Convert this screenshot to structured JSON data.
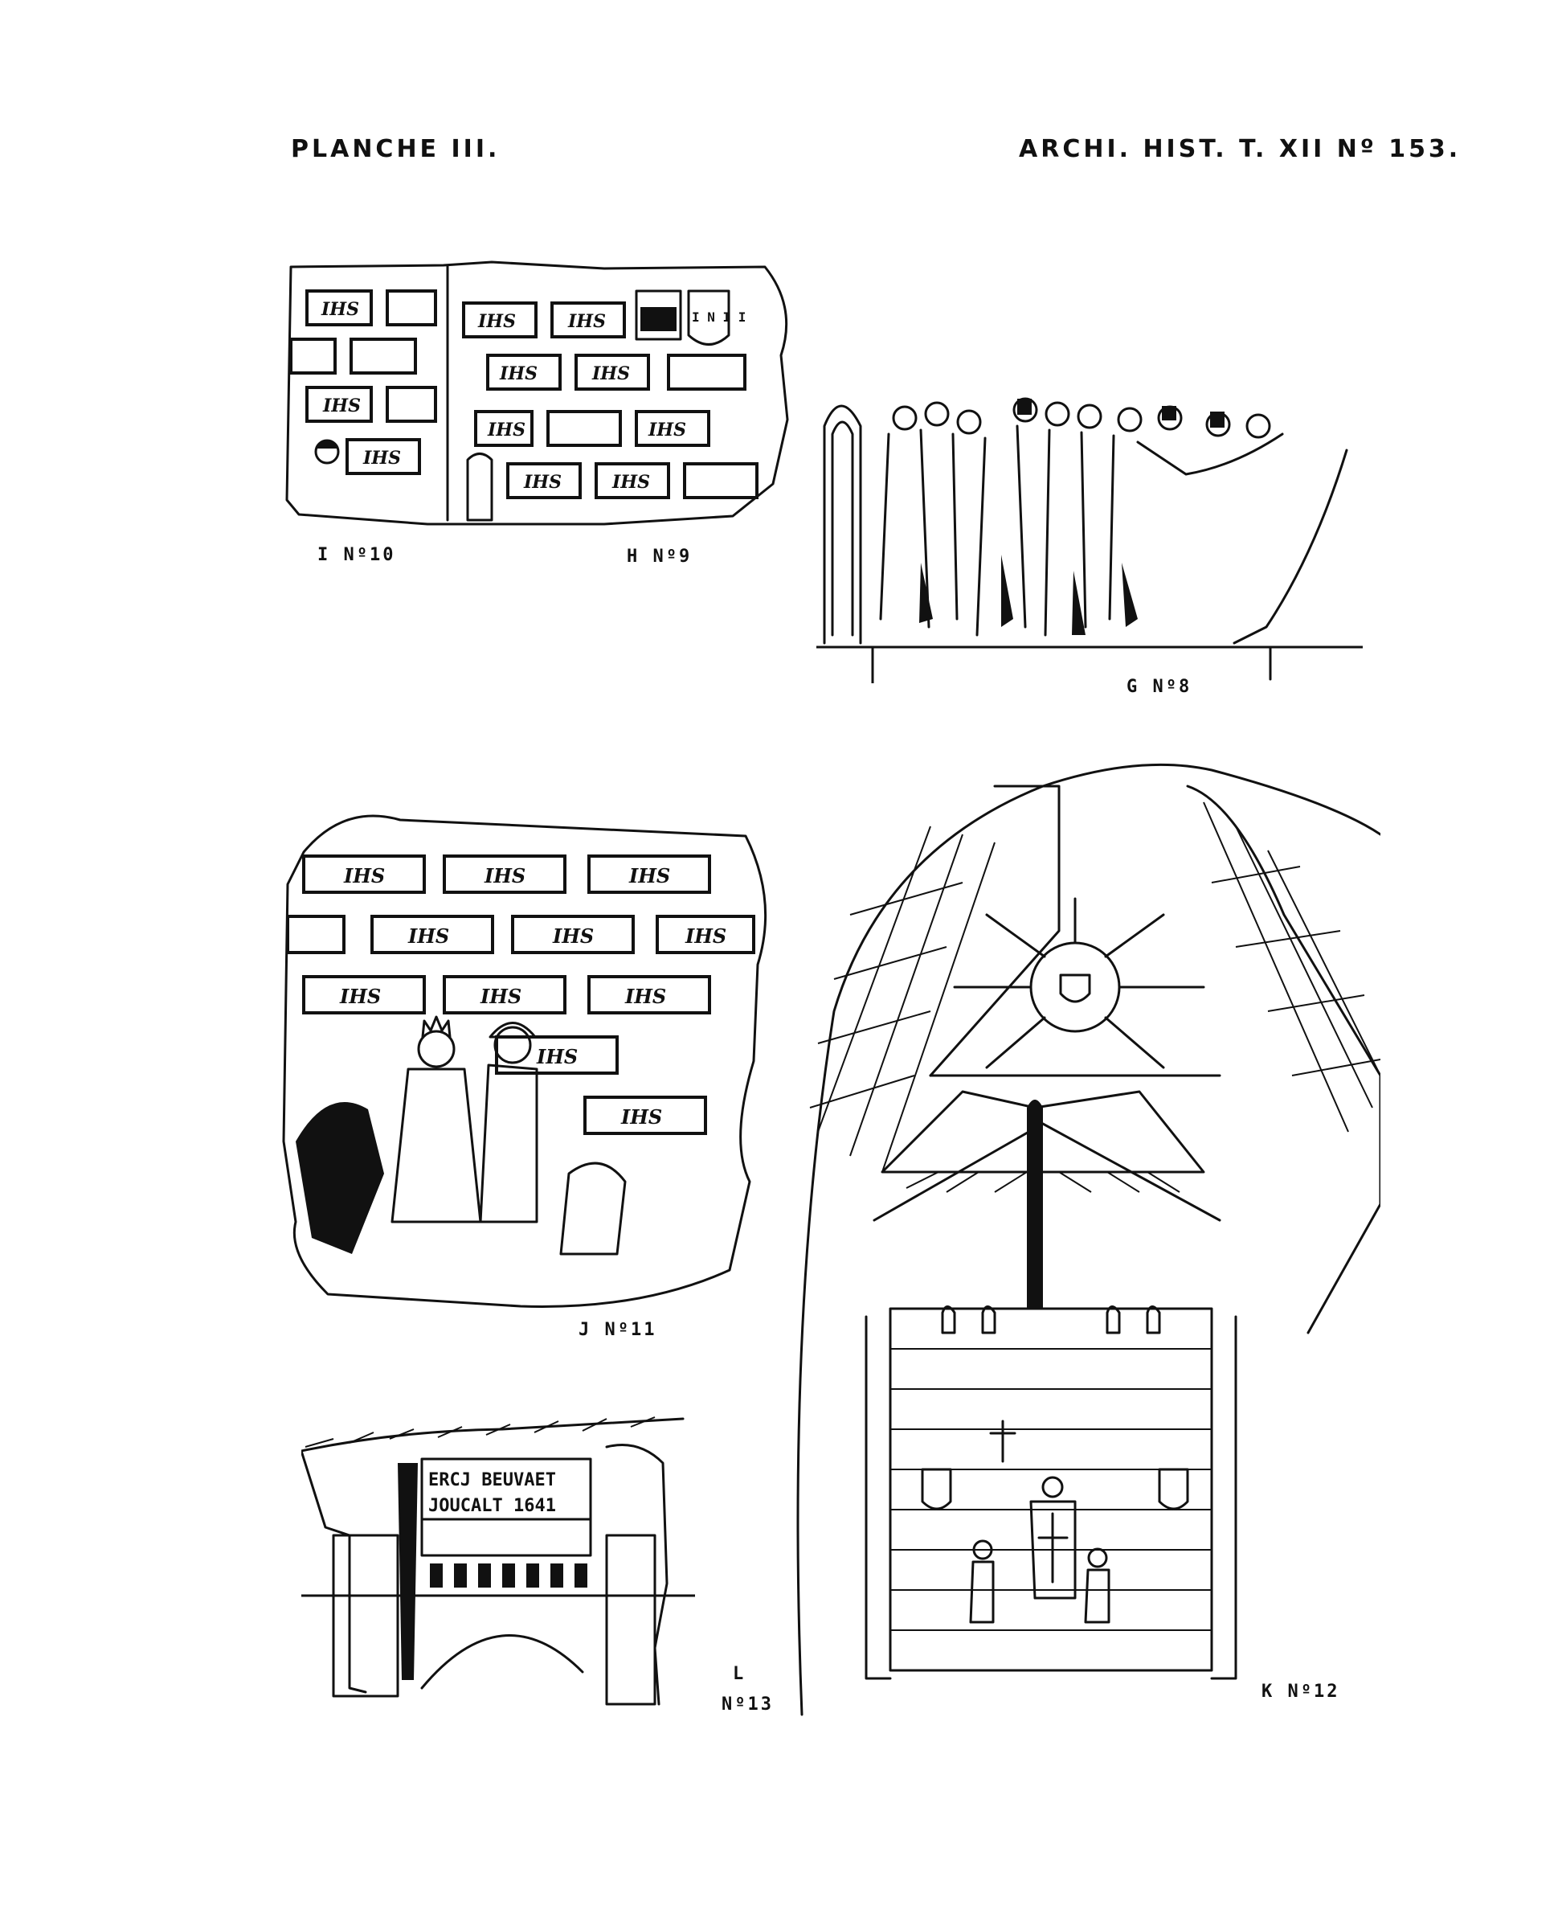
{
  "header": {
    "left": "PLANCHE III.",
    "right": "ARCHI. HIST. T. XII  Nº 153."
  },
  "captions": {
    "i": "I  Nº10",
    "h": "H  Nº9",
    "g": "G  Nº8",
    "j": "J  Nº11",
    "l_letter": "L",
    "l_number": "Nº13",
    "k": "K Nº12"
  },
  "plate_l_inscription": {
    "line1": "ERCJ BEUVAET",
    "line2": "JOUCALT 1641"
  },
  "brick_monogram": "IHS",
  "shield_text": "I N I I"
}
